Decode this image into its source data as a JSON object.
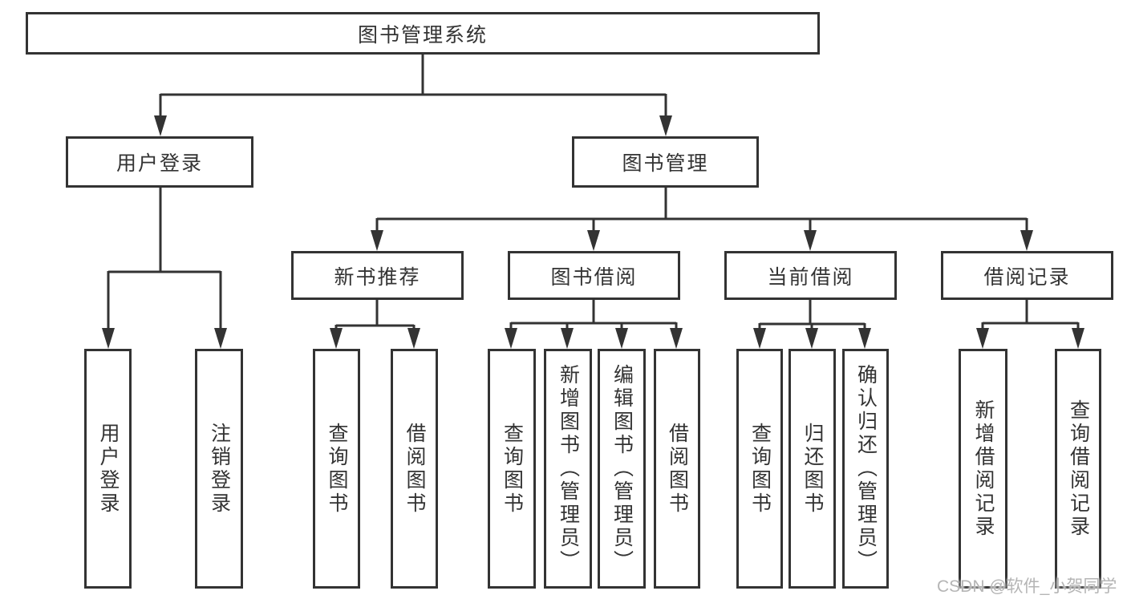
{
  "diagram": {
    "root": {
      "label": "图书管理系统"
    },
    "branches": [
      {
        "label": "用户登录",
        "children": [
          {
            "label": "用户登录"
          },
          {
            "label": "注销登录"
          }
        ]
      },
      {
        "label": "图书管理",
        "children": [
          {
            "label": "新书推荐",
            "children": [
              {
                "label": "查询图书"
              },
              {
                "label": "借阅图书"
              }
            ]
          },
          {
            "label": "图书借阅",
            "children": [
              {
                "label": "查询图书"
              },
              {
                "label": "新增图书（管理员）"
              },
              {
                "label": "编辑图书（管理员）"
              },
              {
                "label": "借阅图书"
              }
            ]
          },
          {
            "label": "当前借阅",
            "children": [
              {
                "label": "查询图书"
              },
              {
                "label": "归还图书"
              },
              {
                "label": "确认归还（管理员）"
              }
            ]
          },
          {
            "label": "借阅记录",
            "children": [
              {
                "label": "新增借阅记录"
              },
              {
                "label": "查询借阅记录"
              }
            ]
          }
        ]
      }
    ]
  },
  "watermark": {
    "text": "CSDN @软件_小贺同学"
  },
  "colors": {
    "line": "#333333",
    "text": "#333333",
    "background": "#ffffff",
    "watermark": "#b5b5b5"
  }
}
